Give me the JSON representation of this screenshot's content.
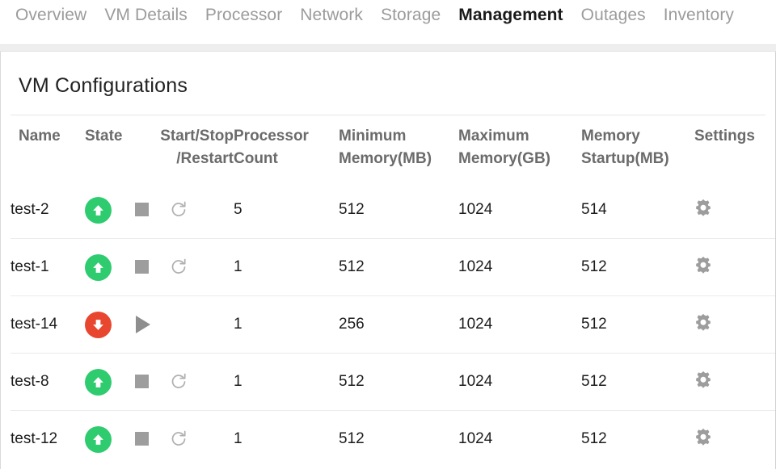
{
  "tabs": [
    {
      "label": "Overview",
      "active": false
    },
    {
      "label": "VM Details",
      "active": false
    },
    {
      "label": "Processor",
      "active": false
    },
    {
      "label": "Network",
      "active": false
    },
    {
      "label": "Storage",
      "active": false
    },
    {
      "label": "Management",
      "active": true
    },
    {
      "label": "Outages",
      "active": false
    },
    {
      "label": "Inventory",
      "active": false
    }
  ],
  "panel": {
    "title": "VM Configurations"
  },
  "table": {
    "columns": [
      {
        "key": "name",
        "label": "Name"
      },
      {
        "key": "state",
        "label": "State"
      },
      {
        "key": "control",
        "label": "Start/Stop",
        "label2": "/Restart"
      },
      {
        "key": "proc",
        "label": "Processor",
        "label2": "Count"
      },
      {
        "key": "minmem",
        "label": "Minimum",
        "label2": "Memory(MB)"
      },
      {
        "key": "maxmem",
        "label": "Maximum",
        "label2": "Memory(GB)"
      },
      {
        "key": "startup",
        "label": "Memory",
        "label2": "Startup(MB)"
      },
      {
        "key": "settings",
        "label": "Settings"
      }
    ],
    "rows": [
      {
        "name": "test-2",
        "state": "running",
        "state_icon": "arrow-up-circle-icon",
        "controls": [
          "stop-icon",
          "restart-icon"
        ],
        "proc": "5",
        "minmem": "512",
        "maxmem": "1024",
        "startup": "514",
        "settings_icon": "gear-icon"
      },
      {
        "name": "test-1",
        "state": "running",
        "state_icon": "arrow-up-circle-icon",
        "controls": [
          "stop-icon",
          "restart-icon"
        ],
        "proc": "1",
        "minmem": "512",
        "maxmem": "1024",
        "startup": "512",
        "settings_icon": "gear-icon"
      },
      {
        "name": "test-14",
        "state": "stopped",
        "state_icon": "arrow-down-circle-icon",
        "controls": [
          "play-icon"
        ],
        "proc": "1",
        "minmem": "256",
        "maxmem": "1024",
        "startup": "512",
        "settings_icon": "gear-icon"
      },
      {
        "name": "test-8",
        "state": "running",
        "state_icon": "arrow-up-circle-icon",
        "controls": [
          "stop-icon",
          "restart-icon"
        ],
        "proc": "1",
        "minmem": "512",
        "maxmem": "1024",
        "startup": "512",
        "settings_icon": "gear-icon"
      },
      {
        "name": "test-12",
        "state": "running",
        "state_icon": "arrow-up-circle-icon",
        "controls": [
          "stop-icon",
          "restart-icon"
        ],
        "proc": "1",
        "minmem": "512",
        "maxmem": "1024",
        "startup": "512",
        "settings_icon": "gear-icon"
      }
    ]
  },
  "colors": {
    "running": "#2ecc6f",
    "stopped": "#e8462f",
    "icon_gray": "#9d9d9d",
    "tab_inactive": "#9b9b9b",
    "tab_active": "#1a1a1a",
    "active_underline": "#b4b4b4",
    "header_text": "#6b6b6b"
  }
}
